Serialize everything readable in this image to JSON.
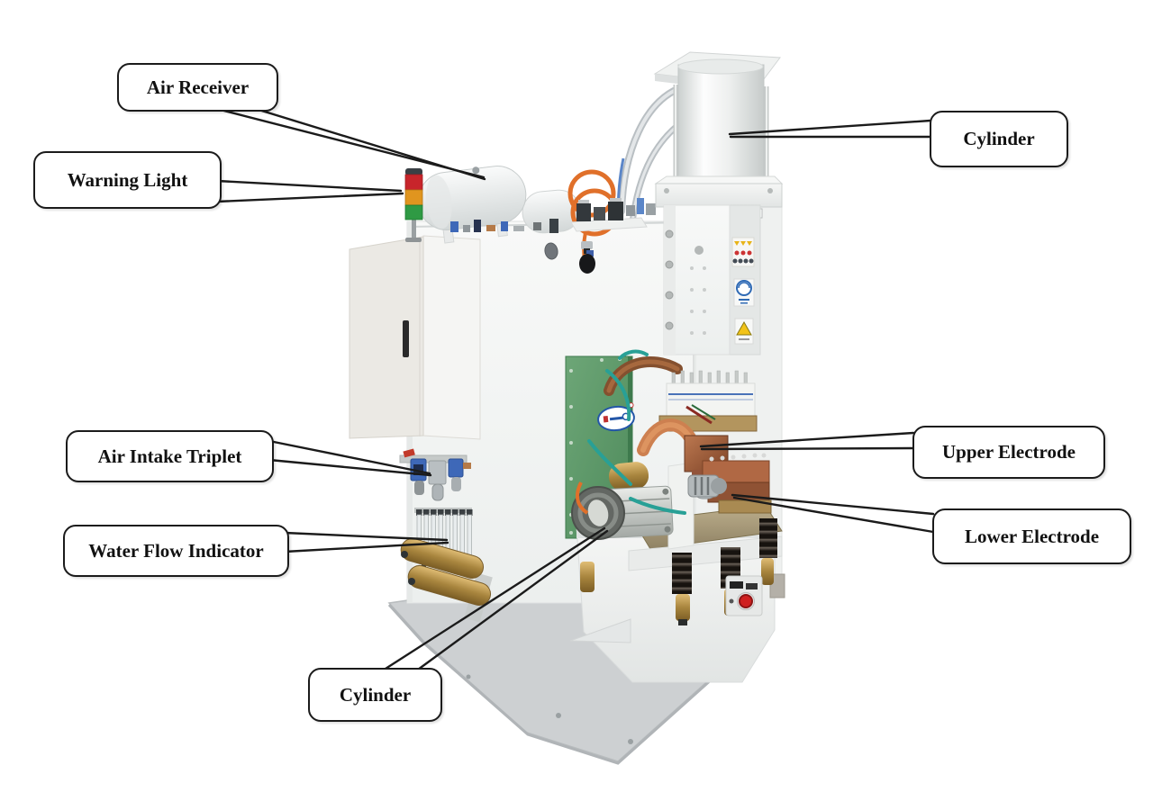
{
  "callouts": {
    "air_receiver": {
      "label": "Air Receiver"
    },
    "warning_light": {
      "label": "Warning Light"
    },
    "cylinder_top": {
      "label": "Cylinder"
    },
    "air_intake_triplet": {
      "label": "Air Intake Triplet"
    },
    "water_flow_indicator": {
      "label": "Water Flow Indicator"
    },
    "upper_electrode": {
      "label": "Upper Electrode"
    },
    "lower_electrode": {
      "label": "Lower Electrode"
    },
    "cylinder_bottom": {
      "label": "Cylinder"
    }
  },
  "colors": {
    "callout_border": "#1b1b1b",
    "callout_fill": "#ffffff",
    "machine_body": "#f3f4f3",
    "base_plate": "#cdd0d2",
    "transformer_panel_green": "#5f9a6b",
    "copper": "#b06844",
    "brass": "#b3955e",
    "warning_red": "#c8252b",
    "warning_amber": "#e0951f",
    "warning_green": "#2f9a44",
    "hose_orange": "#e0702a",
    "hose_teal": "#28a096",
    "pneumatic_blue": "#3e68b8"
  }
}
